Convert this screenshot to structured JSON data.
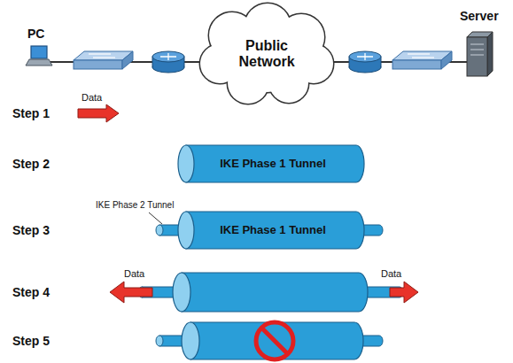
{
  "diagram": {
    "nodes": [
      {
        "text": [
          "Public Network"
        ]
      },
      {
        "text": [
          "IKE Phase 1 Tunnel"
        ]
      },
      {
        "text": [
          "IKE Phase 1 Tunnel"
        ]
      }
    ],
    "labels": [
      "PC",
      "Server",
      "Step 1",
      "Data",
      "Step 2",
      "Step 3",
      "IKE Phase 2 Tunnel",
      "Step 4",
      "Data",
      "Data",
      "Step 5"
    ]
  }
}
